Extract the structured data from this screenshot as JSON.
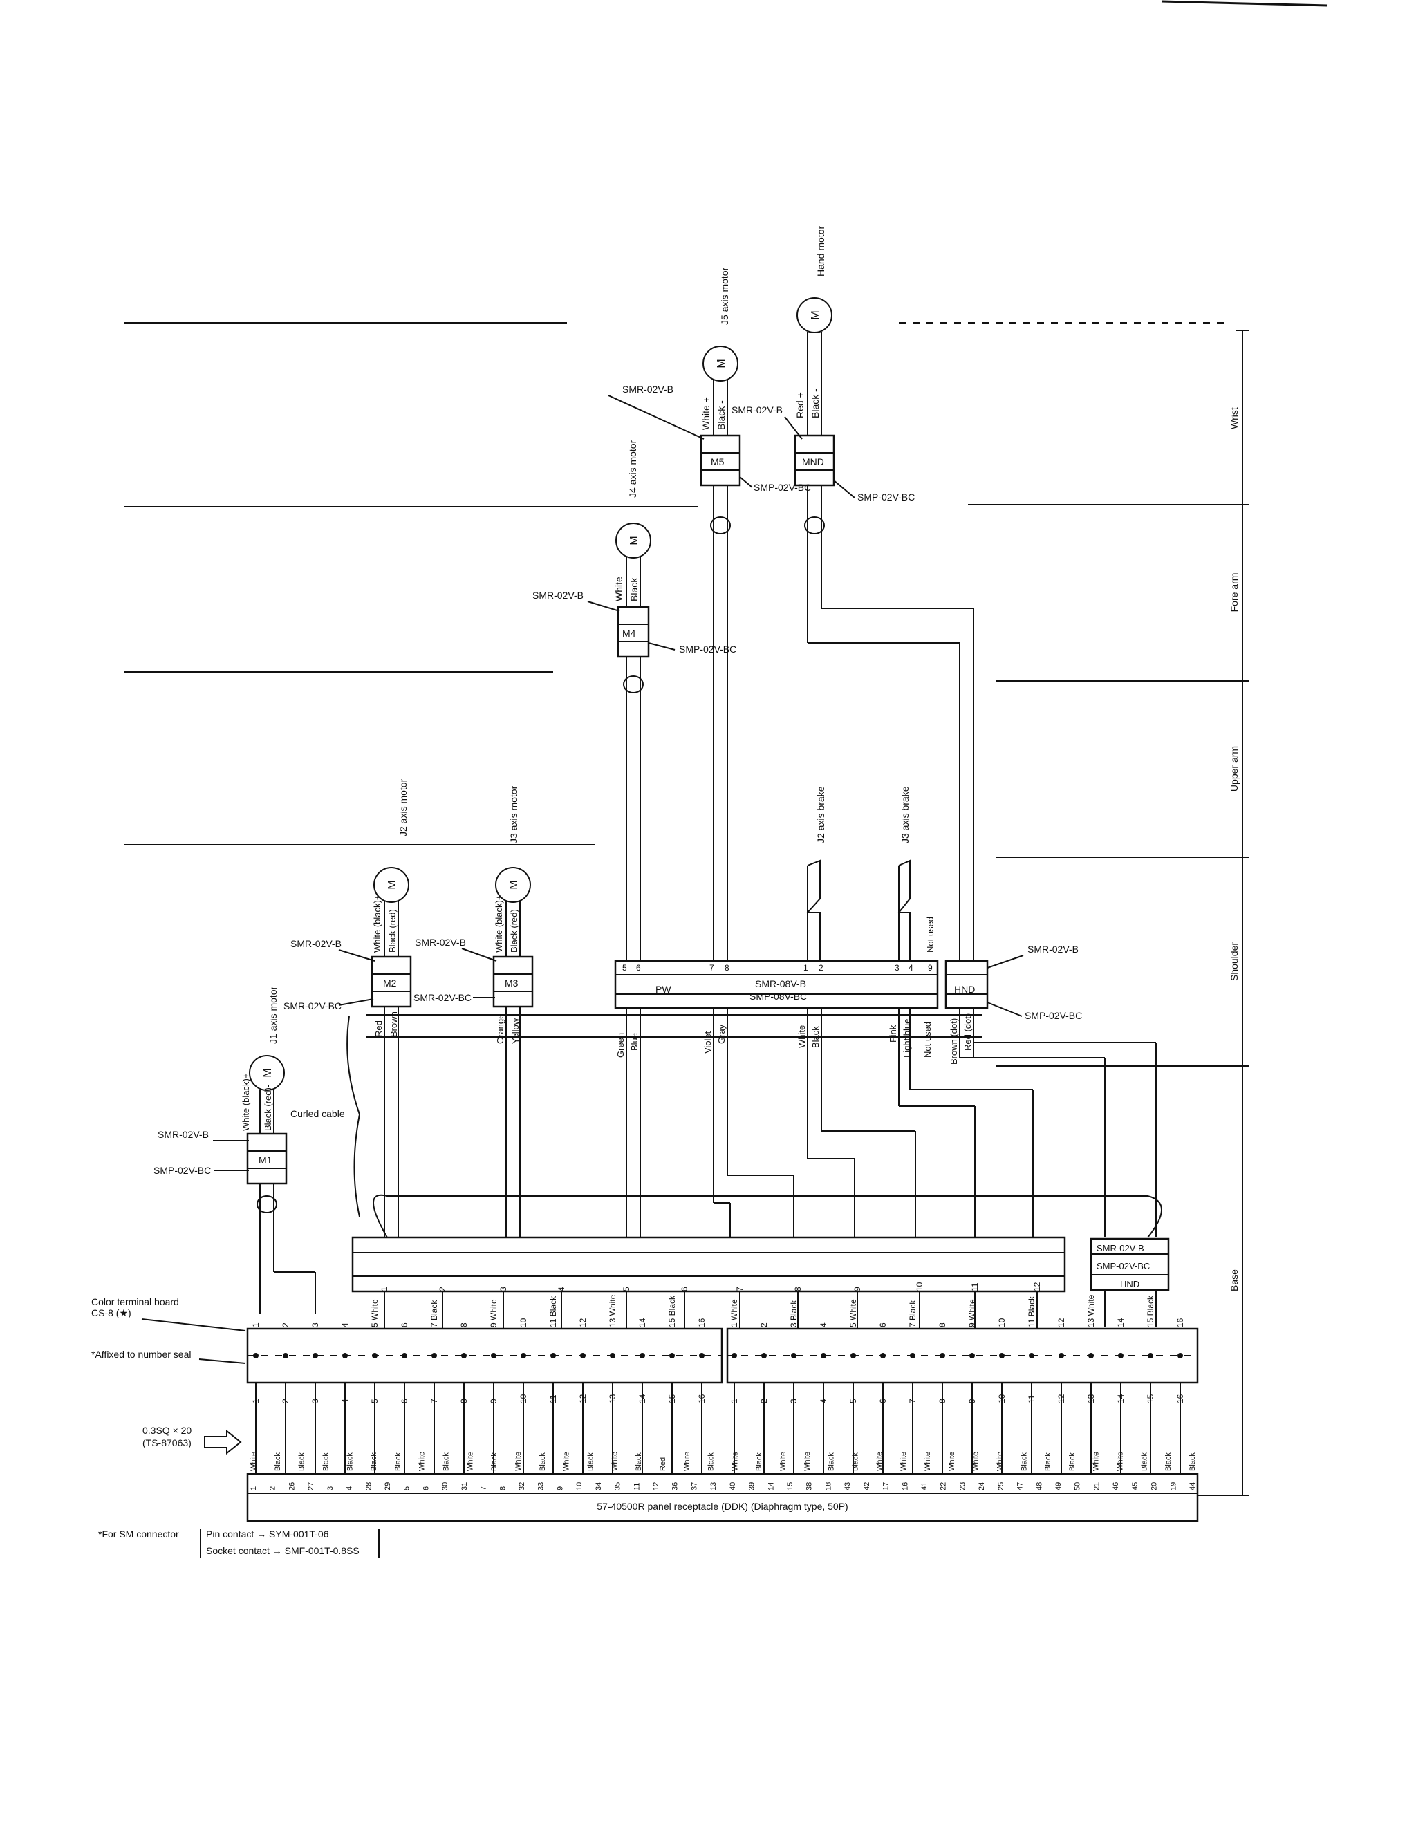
{
  "sections": [
    "Wrist",
    "Fore arm",
    "Upper arm",
    "Shoulder",
    "Base"
  ],
  "motors": [
    {
      "id": "J1",
      "label": "J1 axis motor",
      "symbol": "M",
      "connector": "M1",
      "plug": "SMR-02V-B",
      "receptacle": "SMP-02V-BC",
      "wires": [
        "White (black)+",
        "Black (red)-"
      ]
    },
    {
      "id": "J2",
      "label": "J2 axis motor",
      "symbol": "M",
      "connector": "M2",
      "plug": "SMR-02V-B",
      "receptacle": "SMR-02V-BC",
      "wires": [
        "White (black)+",
        "Black (red)"
      ]
    },
    {
      "id": "J3",
      "label": "J3 axis motor",
      "symbol": "M",
      "connector": "M3",
      "plug": "SMR-02V-B",
      "receptacle": "SMR-02V-BC",
      "wires": [
        "White (black)+",
        "Black (red)"
      ]
    },
    {
      "id": "J4",
      "label": "J4 axis motor",
      "symbol": "M",
      "connector": "M4",
      "plug": "SMR-02V-B",
      "receptacle": "SMP-02V-BC",
      "wires": [
        "White",
        "Black"
      ]
    },
    {
      "id": "J5",
      "label": "J5 axis motor",
      "symbol": "M",
      "connector": "M5",
      "plug": "SMR-02V-B",
      "receptacle": "SMP-02V-BC",
      "wires": [
        "White +",
        "Black -"
      ]
    },
    {
      "id": "HAND",
      "label": "Hand motor",
      "symbol": "M",
      "connector": "MND",
      "plug": "SMR-02V-B",
      "receptacle": "SMP-02V-BC",
      "wires": [
        "Red +",
        "Black -"
      ]
    }
  ],
  "brakes": [
    "J2 axis brake",
    "J3 axis brake"
  ],
  "not_used": "Not used",
  "pw_connector": {
    "plug": "SMR-08V-B",
    "receptacle": "SMP-08V-BC",
    "label": "PW",
    "pins": [
      "5",
      "6",
      "7",
      "8",
      "1",
      "2",
      "3",
      "4",
      "9"
    ]
  },
  "hnd_connector": {
    "label": "HND",
    "plug": "SMR-02V-B",
    "receptacle": "SMP-02V-BC"
  },
  "hnd_base_connector": {
    "label": "HND",
    "plug": "SMR-02V-B",
    "receptacle": "SMP-02V-BC"
  },
  "curled_cable": "Curled cable",
  "relay_wires": [
    "Red",
    "Brown",
    "Orange",
    "Yellow",
    "Green",
    "Blue",
    "Violet",
    "Gray",
    "White",
    "Black",
    "Pink",
    "Light blue",
    "Brown (dot)",
    "Red (dot)"
  ],
  "relay_pins": [
    "1",
    "2",
    "3",
    "4",
    "5",
    "6",
    "7",
    "8",
    "9",
    "10",
    "11",
    "12"
  ],
  "terminal_board": {
    "label": "Color terminal board",
    "model": "CS-8 (★)",
    "note": "*Affixed to number seal"
  },
  "terminal_upper_labels": [
    "1",
    "2",
    "3",
    "4",
    "5 White",
    "6",
    "7 Black",
    "8",
    "9 White",
    "10",
    "11 Black",
    "12",
    "13 White",
    "14",
    "15 Black",
    "16",
    "1 White",
    "2",
    "3 Black",
    "4",
    "5 White",
    "6",
    "7 Black",
    "8",
    "9 White",
    "10",
    "11 Black",
    "12",
    "13 White",
    "14",
    "15 Black",
    "16"
  ],
  "terminal_lower_labels": [
    "1",
    "2",
    "3",
    "4",
    "5",
    "6",
    "7",
    "8",
    "9",
    "10",
    "11",
    "12",
    "13",
    "14",
    "15",
    "16",
    "1",
    "2",
    "3",
    "4",
    "5",
    "6",
    "7",
    "8",
    "9",
    "10",
    "11",
    "12",
    "13",
    "14",
    "15",
    "16"
  ],
  "cable_spec": {
    "size": "0.3SQ × 20",
    "part": "(TS-87063)"
  },
  "receptacle_wires": [
    "White",
    "Black",
    "Black",
    "Black",
    "Black",
    "Black",
    "Black",
    "White",
    "Black",
    "White",
    "Black",
    "White",
    "Black",
    "White",
    "Black",
    "White",
    "Black",
    "Red",
    "White",
    "Black",
    "White",
    "Black",
    "White",
    "White",
    "Black",
    "Black",
    "White",
    "White",
    "White",
    "White",
    "White",
    "White",
    "Black",
    "Black",
    "Black",
    "White",
    "White",
    "Black",
    "Black",
    "Black"
  ],
  "receptacle_pins": [
    "1",
    "2",
    "26",
    "27",
    "3",
    "4",
    "28",
    "29",
    "5",
    "6",
    "30",
    "31",
    "7",
    "8",
    "32",
    "33",
    "9",
    "10",
    "34",
    "35",
    "11",
    "12",
    "36",
    "37",
    "13",
    "40",
    "39",
    "14",
    "15",
    "38",
    "18",
    "43",
    "42",
    "17",
    "16",
    "41",
    "22",
    "23",
    "24",
    "25",
    "47",
    "48",
    "49",
    "50",
    "21",
    "46",
    "45",
    "20",
    "19",
    "44"
  ],
  "panel_receptacle": "57-40500R panel receptacle (DDK) (Diaphragm type, 50P)",
  "footnote": {
    "prefix": "*For SM connector",
    "pin": "Pin contact → SYM-001T-06",
    "socket": "Socket contact → SMF-001T-0.8SS"
  }
}
